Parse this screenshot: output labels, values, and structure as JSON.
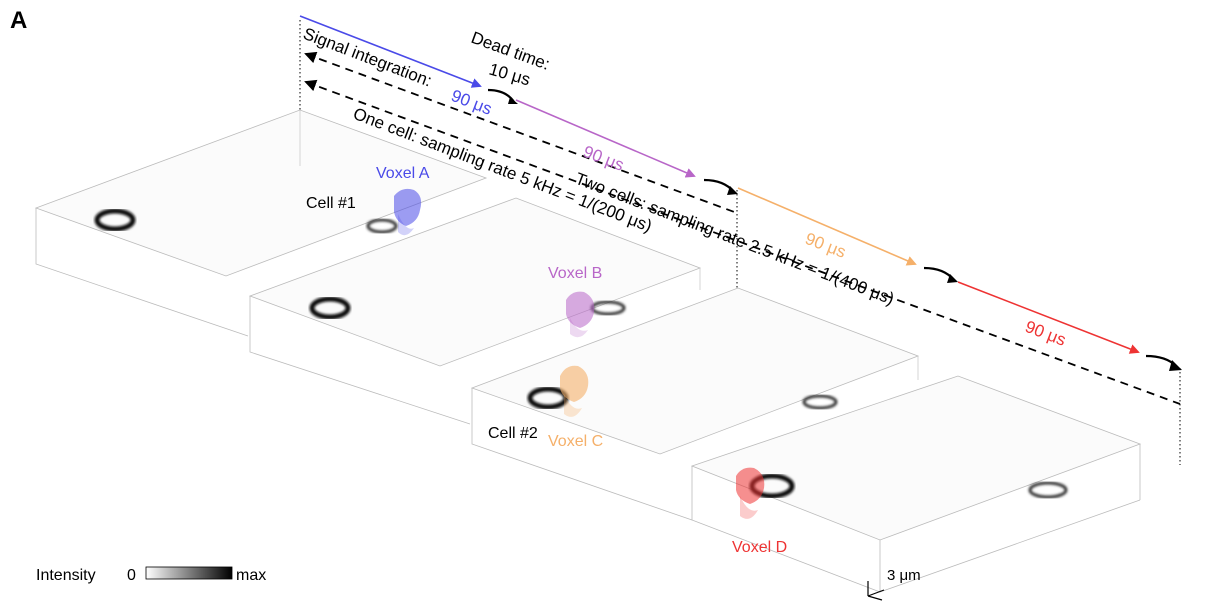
{
  "panel_letter": "A",
  "colors": {
    "voxel_a": "#4a4ae8",
    "voxel_b": "#b866c8",
    "voxel_c": "#f5b06a",
    "voxel_d": "#ee3333",
    "black": "#000000"
  },
  "timeline": {
    "dead_time_label": "Dead time:",
    "dead_time_value": "10 μs",
    "signal_integration_label": "Signal integration:",
    "segment_a": "90 μs",
    "segment_b": "90 μs",
    "segment_c": "90 μs",
    "segment_d": "90 μs",
    "one_cell": "One cell: sampling rate 5 kHz = 1/(200 μs)",
    "two_cells": "Two cells: sampling rate 2.5 kHz = 1/(400 μs)"
  },
  "labels": {
    "voxel_a": "Voxel A",
    "voxel_b": "Voxel B",
    "voxel_c": "Voxel C",
    "voxel_d": "Voxel D",
    "cell_1": "Cell #1",
    "cell_2": "Cell #2"
  },
  "legend": {
    "intensity": "Intensity",
    "min": "0",
    "max": "max"
  },
  "scale_bar": "3 μm"
}
